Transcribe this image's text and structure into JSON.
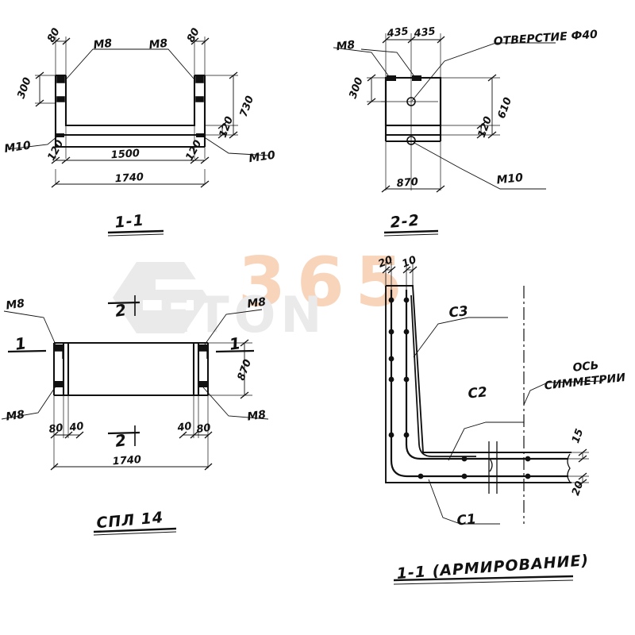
{
  "drawing": {
    "title": "СПЛ 14",
    "sheet_bg": "#ffffff",
    "ink": "#111111",
    "watermark": {
      "text_365": "365",
      "text_eton": "ETON",
      "color_orange": "#f4b183",
      "color_gray": "#d9d9d9"
    }
  },
  "views": {
    "section_1_1": {
      "title": "1-1",
      "labels": {
        "m8_left": "M8",
        "m8_right": "M8",
        "m10_left": "M10",
        "m10_right": "M10"
      },
      "dimensions": {
        "top_left_80": "80",
        "top_right_80": "80",
        "left_300": "300",
        "right_730": "730",
        "right_120": "120",
        "bottom_left_120": "120",
        "bottom_mid_1500": "1500",
        "bottom_right_120": "120",
        "overall_1740": "1740"
      }
    },
    "section_2_2": {
      "title": "2-2",
      "labels": {
        "m8": "M8",
        "m10": "M10",
        "hole": "ОТВЕРСТИЕ Ф40"
      },
      "dimensions": {
        "top_435_a": "435",
        "top_435_b": "435",
        "left_300": "300",
        "right_610": "610",
        "right_120": "120",
        "bottom_870": "870"
      }
    },
    "plan_spl14": {
      "title": "СПЛ 14",
      "labels": {
        "m8_top_left": "M8",
        "m8_top_right": "M8",
        "m8_bottom_left": "M8",
        "m8_bottom_right": "M8",
        "section_mark_1_left": "1",
        "section_mark_1_right": "1",
        "section_mark_2_top": "2",
        "section_mark_2_bottom": "2"
      },
      "dimensions": {
        "left_80": "80",
        "left_40": "40",
        "right_40": "40",
        "right_80": "80",
        "right_870": "870",
        "overall_1740": "1740"
      }
    },
    "reinforcement_1_1": {
      "title": "1-1 (АРМИРОВАНИЕ)",
      "labels": {
        "bar_c1": "С1",
        "bar_c2": "С2",
        "bar_c3": "С3",
        "axis_line1": "ОСЬ",
        "axis_line2": "СИММЕТРИИ"
      },
      "dimensions": {
        "top_20": "20",
        "top_10": "10",
        "right_15": "15",
        "right_20": "20"
      }
    }
  }
}
